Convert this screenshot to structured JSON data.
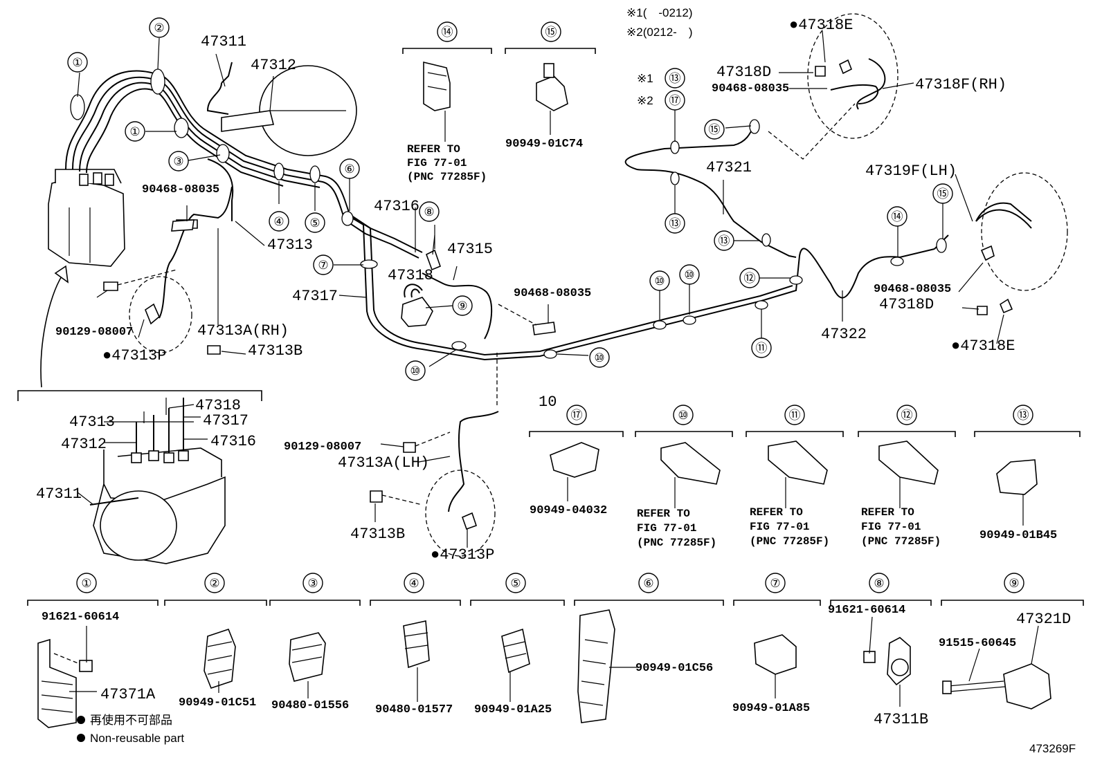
{
  "diagram_id": "473269F",
  "notes": {
    "n1": "※1(　-0212)",
    "n2": "※2(0212-　)"
  },
  "legend": {
    "jp": "再使用不可部品",
    "en": "Non-reusable part"
  },
  "ref_text": {
    "line1": "REFER TO",
    "line2": "FIG 77-01",
    "line3": "(PNC 77285F)"
  },
  "inset_index_label": "10",
  "callouts": {
    "c1a": "①",
    "c1b": "①",
    "c2": "②",
    "c3": "③",
    "c4": "④",
    "c5": "⑤",
    "c6": "⑥",
    "c7": "⑦",
    "c8": "⑧",
    "c9": "⑨",
    "c10a": "⑩",
    "c10b": "⑩",
    "c10c": "⑩",
    "c10d": "⑩",
    "c11": "⑪",
    "c12": "⑫",
    "c13a": "⑬",
    "c13b": "⑬",
    "c13c": "⑬",
    "c14": "⑭",
    "c15a": "⑮",
    "c15b": "⑮",
    "c17": "⑰",
    "n1mark": "※1",
    "n2mark": "※2"
  },
  "labels": {
    "p47311": "47311",
    "p47312": "47312",
    "p47313": "47313",
    "p47316": "47316",
    "p47318": "47318",
    "p47315": "47315",
    "p47317": "47317",
    "p90468a": "90468-08035",
    "p90129a": "90129-08007",
    "p47313A_rh": "47313A(RH)",
    "p47313P_a": "●47313P",
    "p47313B_a": "47313B",
    "p90129b": "90129-08007",
    "p47313A_lh": "47313A(LH)",
    "p47313B_b": "47313B",
    "p47313P_b": "●47313P",
    "p90468b": "90468-08035",
    "p47321": "47321",
    "p47322": "47322",
    "p90468c": "90468-08035",
    "p47318D_a": "47318D",
    "p90468d": "90468-08035",
    "p47318E_a": "●47318E",
    "p47318F": "47318F(RH)",
    "p47319F": "47319F(LH)",
    "p47318D_b": "47318D",
    "p47318E_b": "●47318E",
    "i47318": "47318",
    "i47313": "47313",
    "i47317": "47317",
    "i47312": "47312",
    "i47316": "47316",
    "i47311": "47311",
    "p90949_01C74": "90949-01C74"
  },
  "clip_panels_mid": [
    {
      "callout": "⑰",
      "part": "90949-04032"
    },
    {
      "callout": "⑩",
      "part": ""
    },
    {
      "callout": "⑪",
      "part": ""
    },
    {
      "callout": "⑫",
      "part": ""
    },
    {
      "callout": "⑬",
      "part": "90949-01B45"
    }
  ],
  "clip_panels_bottom": [
    {
      "callout": "①",
      "parts": [
        "91621-60614",
        "47371A"
      ]
    },
    {
      "callout": "②",
      "parts": [
        "90949-01C51"
      ]
    },
    {
      "callout": "③",
      "parts": [
        "90480-01556"
      ]
    },
    {
      "callout": "④",
      "parts": [
        "90480-01577"
      ]
    },
    {
      "callout": "⑤",
      "parts": [
        "90949-01A25"
      ]
    },
    {
      "callout": "⑥",
      "parts": [
        "90949-01C56"
      ]
    },
    {
      "callout": "⑦",
      "parts": [
        "90949-01A85"
      ]
    },
    {
      "callout": "⑧",
      "parts": [
        "91621-60614",
        "47311B"
      ]
    },
    {
      "callout": "⑨",
      "parts": [
        "91515-60645",
        "47321D"
      ]
    }
  ],
  "top_panels": [
    {
      "callout": "⑭"
    },
    {
      "callout": "⑮"
    }
  ]
}
